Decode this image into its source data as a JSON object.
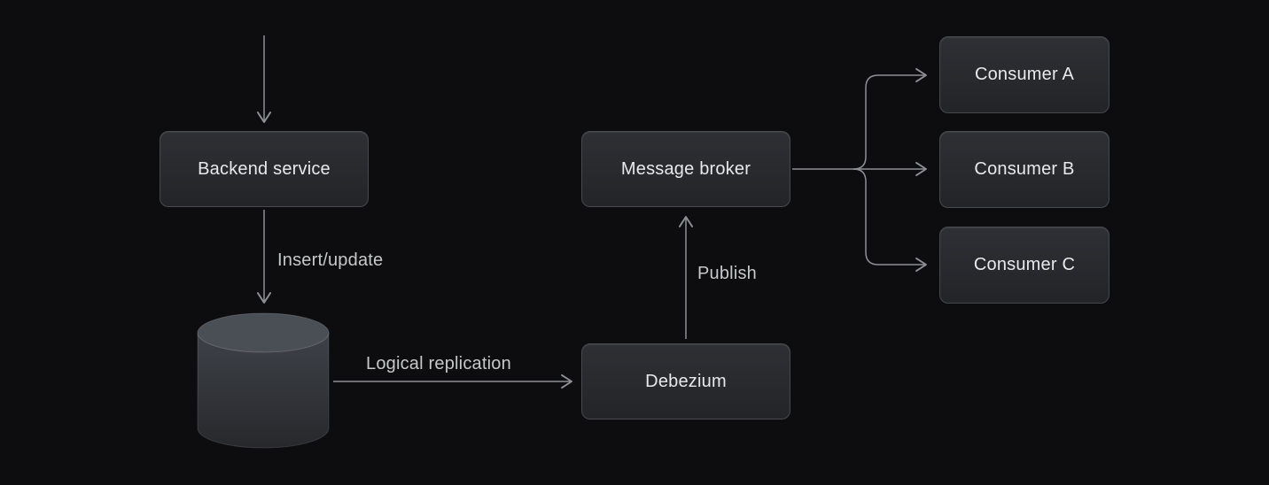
{
  "colors": {
    "background": "#0d0d0f",
    "node_fill_top": "#2e3035",
    "node_fill_bottom": "#222428",
    "node_border": "#47494e",
    "node_text": "#e8e9eb",
    "edge_line": "#8f9094",
    "edge_label": "#c7c8ca",
    "cylinder_top": "#4a4e55",
    "cylinder_body_top": "#3e4248",
    "cylinder_body_bottom": "#26282c"
  },
  "nodes": {
    "backend": {
      "label": "Backend service"
    },
    "database": {
      "shape": "cylinder"
    },
    "debezium": {
      "label": "Debezium"
    },
    "message_broker": {
      "label": "Message broker"
    },
    "consumer_a": {
      "label": "Consumer A"
    },
    "consumer_b": {
      "label": "Consumer B"
    },
    "consumer_c": {
      "label": "Consumer C"
    }
  },
  "edges": {
    "incoming": {
      "from": "offscreen-top",
      "to": "backend",
      "label": ""
    },
    "insert_update": {
      "from": "backend",
      "to": "database",
      "label": "Insert/update"
    },
    "logical_replication": {
      "from": "database",
      "to": "debezium",
      "label": "Logical replication"
    },
    "publish": {
      "from": "debezium",
      "to": "message_broker",
      "label": "Publish"
    },
    "fanout_a": {
      "from": "message_broker",
      "to": "consumer_a",
      "label": ""
    },
    "fanout_b": {
      "from": "message_broker",
      "to": "consumer_b",
      "label": ""
    },
    "fanout_c": {
      "from": "message_broker",
      "to": "consumer_c",
      "label": ""
    }
  }
}
